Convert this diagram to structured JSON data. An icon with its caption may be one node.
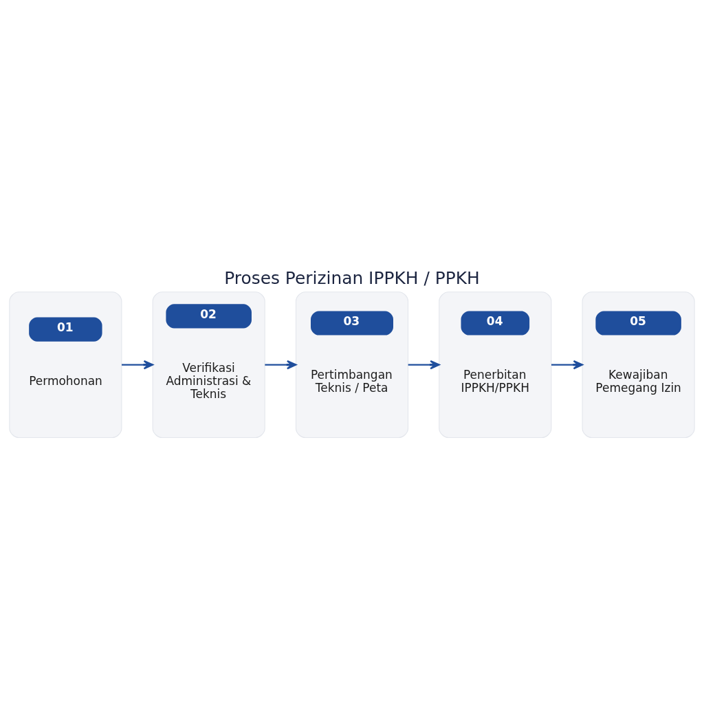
{
  "diagram": {
    "title": "Proses Perizinan IPPKH / PPKH",
    "nodes": [
      {
        "text": [
          "01",
          "Permohonan"
        ]
      },
      {
        "text": [
          "02",
          "Verifikasi Administrasi & Teknis"
        ]
      },
      {
        "text": [
          "03",
          "Pertimbangan Teknis / Peta"
        ]
      },
      {
        "text": [
          "04",
          "Penerbitan IPPKH/PPKH"
        ]
      },
      {
        "text": [
          "05",
          "Kewajiban Pemegang Izin"
        ]
      }
    ],
    "edges": [
      {
        "from": 0,
        "to": 1,
        "arrow": "to"
      },
      {
        "from": 1,
        "to": 2,
        "arrow": "to"
      },
      {
        "from": 2,
        "to": 3,
        "arrow": "to"
      },
      {
        "from": 3,
        "to": 4,
        "arrow": "to"
      }
    ]
  }
}
